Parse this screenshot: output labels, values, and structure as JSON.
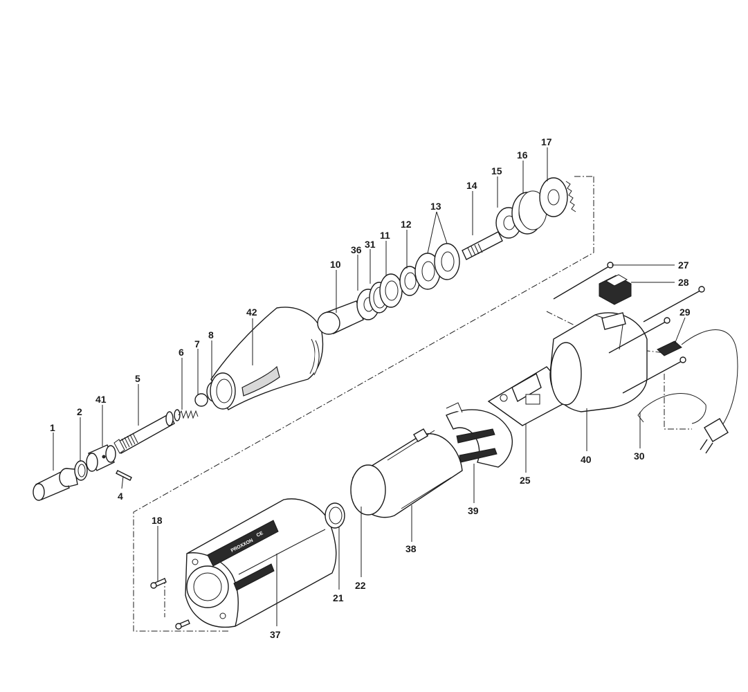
{
  "labels": {
    "p1": "1",
    "p2": "2",
    "p4": "4",
    "p5": "5",
    "p6": "6",
    "p7": "7",
    "p8": "8",
    "p10": "10",
    "p11": "11",
    "p12": "12",
    "p13": "13",
    "p14": "14",
    "p15": "15",
    "p16": "16",
    "p17": "17",
    "p18": "18",
    "p21": "21",
    "p22": "22",
    "p25": "25",
    "p27": "27",
    "p28": "28",
    "p29": "29",
    "p30": "30",
    "p31": "31",
    "p36": "36",
    "p37": "37",
    "p38": "38",
    "p39": "39",
    "p40": "40",
    "p41": "41",
    "p42": "42"
  },
  "nameplate": {
    "line1": "PROXXON",
    "line2": "CE"
  },
  "colors": {
    "ink": "#1a1a1a",
    "shade": "#d8d8d8",
    "dark": "#2a2a2a"
  }
}
